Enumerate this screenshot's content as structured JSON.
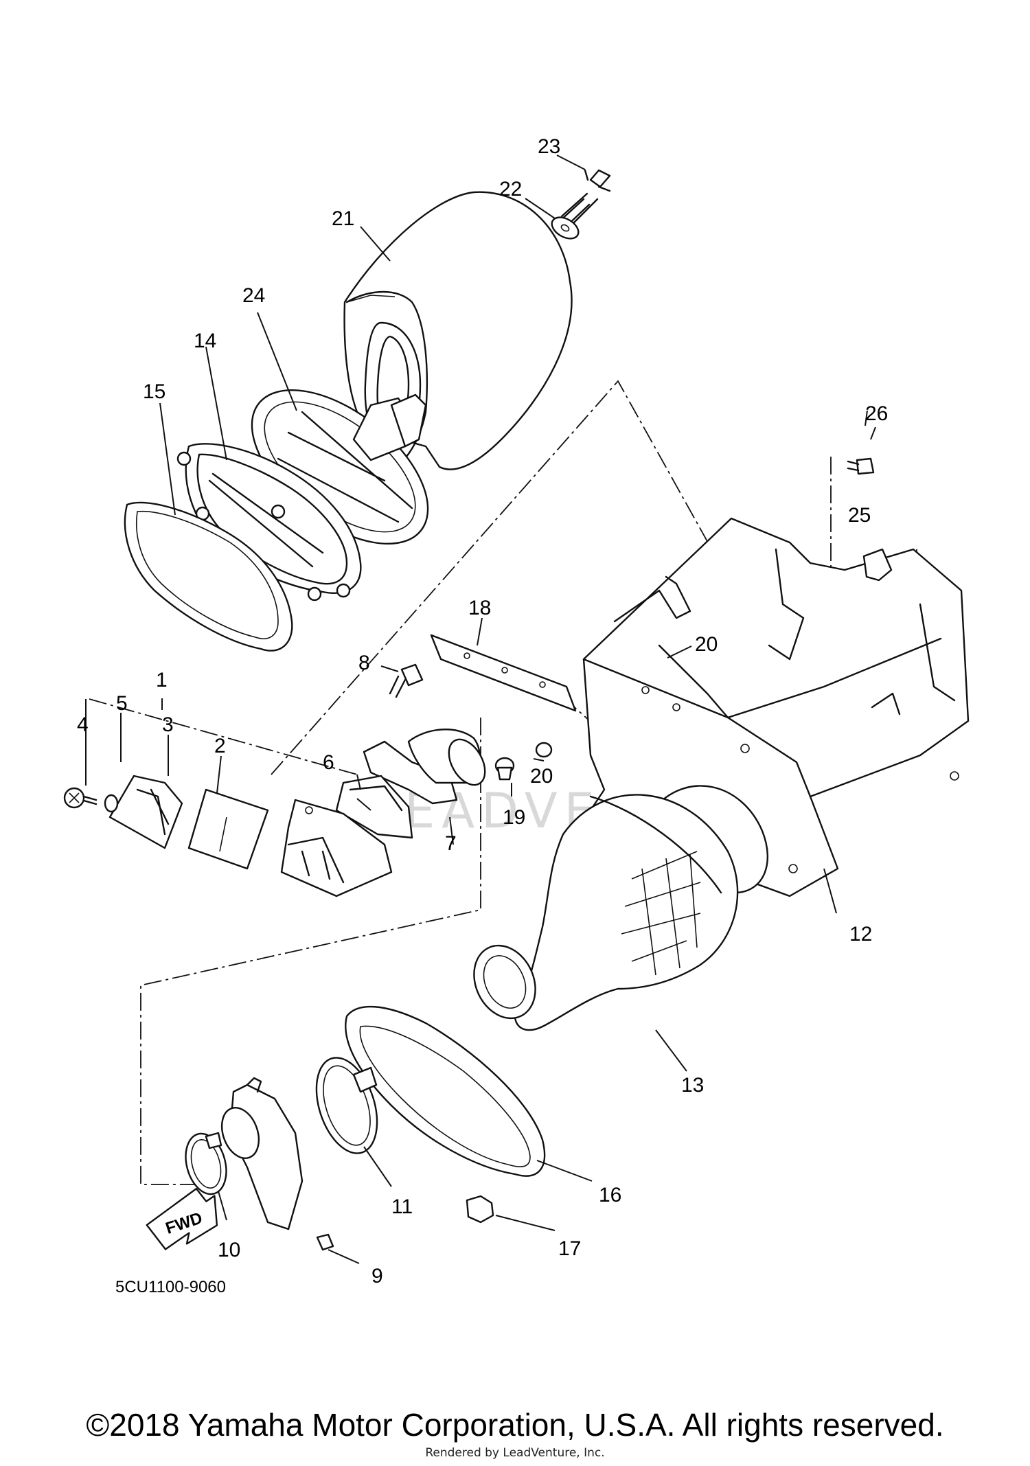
{
  "diagram": {
    "callouts": [
      "1",
      "2",
      "3",
      "4",
      "5",
      "6",
      "7",
      "8",
      "9",
      "10",
      "11",
      "12",
      "13",
      "14",
      "15",
      "16",
      "17",
      "18",
      "19",
      "20",
      "20",
      "21",
      "22",
      "23",
      "24",
      "25",
      "26"
    ],
    "fwd_label": "FWD",
    "part_code": "5CU1100-9060",
    "watermark": "LEADVENTURE"
  },
  "footer": {
    "copyright": "©2018 Yamaha Motor Corporation, U.S.A. All rights reserved.",
    "rendered_by": "Rendered by LeadVenture, Inc."
  }
}
